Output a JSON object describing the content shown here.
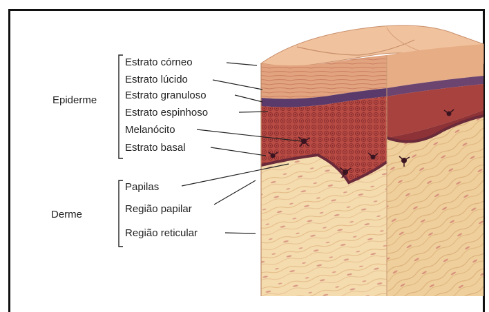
{
  "groups": {
    "epiderme": "Epiderme",
    "derme": "Derme"
  },
  "labels": {
    "estrato_corneo": "Estrato córneo",
    "estrato_lucido": "Estrato lúcido",
    "estrato_granuloso": "Estrato granuloso",
    "estrato_espinhoso": "Estrato espinhoso",
    "melanocito": "Melanócito",
    "estrato_basal": "Estrato basal",
    "papilas": "Papilas",
    "regiao_papilar": "Região papilar",
    "regiao_reticular": "Região reticular"
  },
  "colors": {
    "corneo": "#e9b58f",
    "corneo_top": "#f2c7a2",
    "spinous": "#b94f45",
    "granular": "#5a3a6a",
    "dermis": "#f5dcae",
    "dermis_side": "#efcf9c",
    "melanocyte": "#3a1420"
  }
}
